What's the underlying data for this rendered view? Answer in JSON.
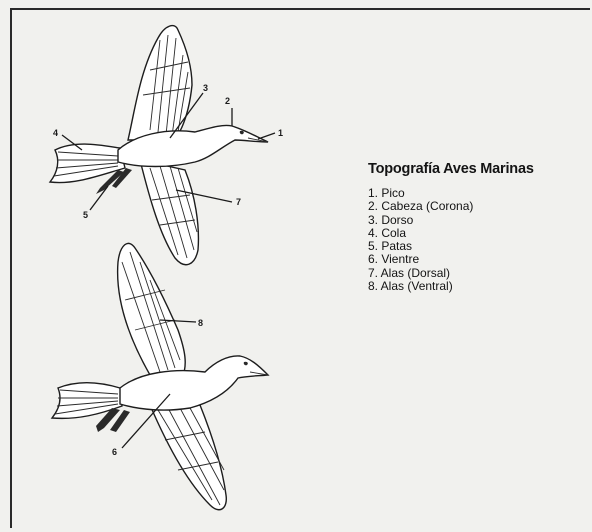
{
  "title": "Topografía Aves Marinas",
  "items": [
    "1. Pico",
    "2. Cabeza (Corona)",
    "3. Dorso",
    "4. Cola",
    "5. Patas",
    "6. Vientre",
    "7. Alas (Dorsal)",
    "8. Alas (Ventral)"
  ],
  "callouts": {
    "top_bird": [
      "1",
      "2",
      "3",
      "4",
      "5",
      "7"
    ],
    "bottom_bird": [
      "8",
      "6"
    ]
  }
}
